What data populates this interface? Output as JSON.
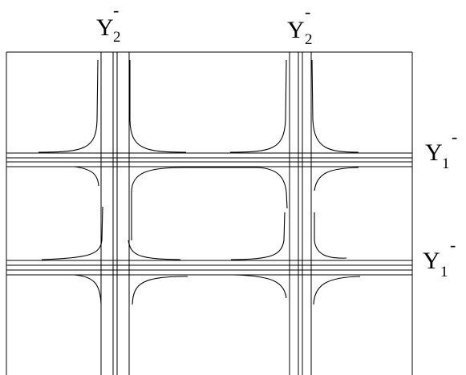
{
  "labels": {
    "top_left": {
      "main": "Y",
      "sub": "2",
      "sup": "-"
    },
    "top_right": {
      "main": "Y",
      "sub": "2",
      "sup": "-"
    },
    "right_upper": {
      "main": "Y",
      "sub": "1",
      "sup": "-"
    },
    "right_lower": {
      "main": "Y",
      "sub": "1",
      "sup": "-"
    }
  }
}
